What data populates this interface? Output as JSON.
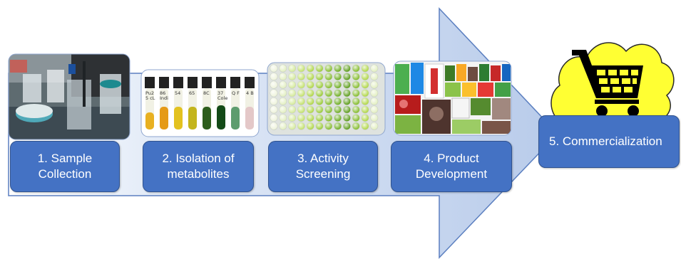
{
  "steps": [
    {
      "label": "1. Sample\nCollection"
    },
    {
      "label": "2. Isolation of\nmetabolites"
    },
    {
      "label": "3. Activity\nScreening"
    },
    {
      "label": "4. Product\nDevelopment"
    },
    {
      "label": "5. Commercialization"
    }
  ],
  "tube_labels": [
    "Pu2\n5 cL",
    "86\nIndi",
    "54",
    "65",
    "8C",
    "37\nCole",
    "Q F",
    "4 B"
  ],
  "colors": {
    "step_fill": "#4472c4",
    "arrow_fill": "#cfdcf1",
    "cart_cloud": "#ffff33",
    "cart_icon": "#000000"
  },
  "icons": [
    "shopping-cart-icon",
    "cloud-shape"
  ]
}
